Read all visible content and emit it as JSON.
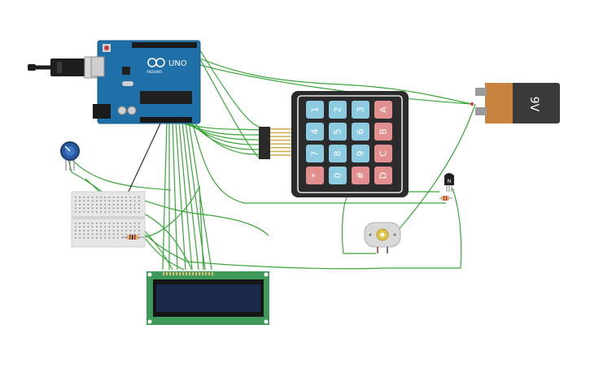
{
  "arduino": {
    "logo_text": "UNO",
    "brand_text": "ARDUINO"
  },
  "keypad": {
    "keys": [
      [
        "1",
        "4",
        "7",
        "*"
      ],
      [
        "2",
        "5",
        "8",
        "0"
      ],
      [
        "3",
        "6",
        "9",
        "#"
      ],
      [
        "A",
        "B",
        "C",
        "D"
      ]
    ]
  },
  "battery": {
    "label": "9V"
  },
  "transistor": {
    "label": "N"
  },
  "colors": {
    "wire": "#3aa63a",
    "wire_dark": "#222222",
    "arduino_board": "#1f6fa8",
    "keypad_body": "#2b2b2b",
    "key_number": "#8ccbe0",
    "key_symbol": "#e28f8f",
    "lcd_board": "#3f9a5a",
    "lcd_screen": "#1b2a4a",
    "battery_body": "#3a3a3a",
    "battery_top": "#c8833e"
  },
  "icons": [
    "usb-cable-icon",
    "potentiometer-icon",
    "breadboard-icon",
    "resistor-icon",
    "dc-motor-icon",
    "transistor-icon"
  ]
}
